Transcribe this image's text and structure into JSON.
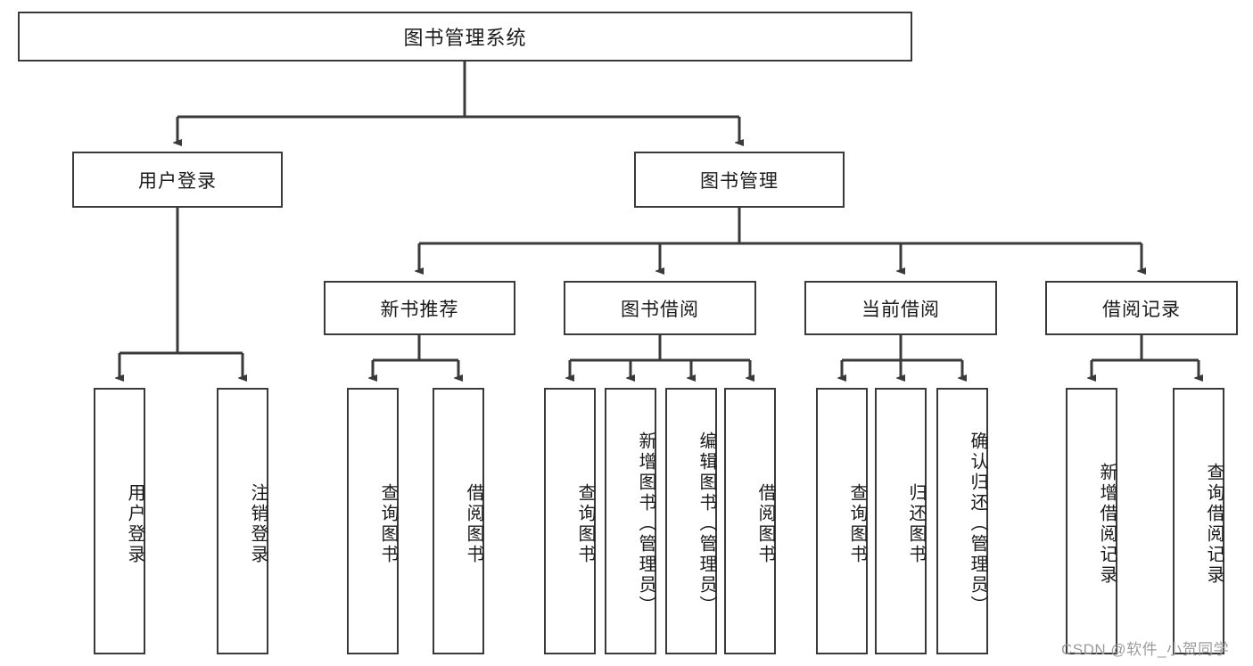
{
  "diagram": {
    "title": "图书管理系统",
    "type": "tree-hierarchy",
    "root": {
      "label": "图书管理系统"
    },
    "level2": [
      {
        "label": "用户登录"
      },
      {
        "label": "图书管理"
      }
    ],
    "level3": [
      {
        "label": "新书推荐"
      },
      {
        "label": "图书借阅"
      },
      {
        "label": "当前借阅"
      },
      {
        "label": "借阅记录"
      }
    ],
    "leaves_user_login": [
      {
        "label": "用户登录"
      },
      {
        "label": "注销登录"
      }
    ],
    "leaves_new_book": [
      {
        "label": "查询图书"
      },
      {
        "label": "借阅图书"
      }
    ],
    "leaves_borrow": [
      {
        "label": "查询图书"
      },
      {
        "label": "新增图书（管理员）"
      },
      {
        "label": "编辑图书（管理员）"
      },
      {
        "label": "借阅图书"
      }
    ],
    "leaves_current": [
      {
        "label": "查询图书"
      },
      {
        "label": "归还图书"
      },
      {
        "label": "确认归还（管理员）"
      }
    ],
    "leaves_record": [
      {
        "label": "新增借阅记录"
      },
      {
        "label": "查询借阅记录"
      }
    ]
  },
  "watermark": {
    "text": "CSDN @软件_小贺同学"
  },
  "colors": {
    "stroke": "#3a3a3a",
    "text": "#1b1b1b",
    "background": "#ffffff",
    "watermark": "#9c9c9c"
  }
}
